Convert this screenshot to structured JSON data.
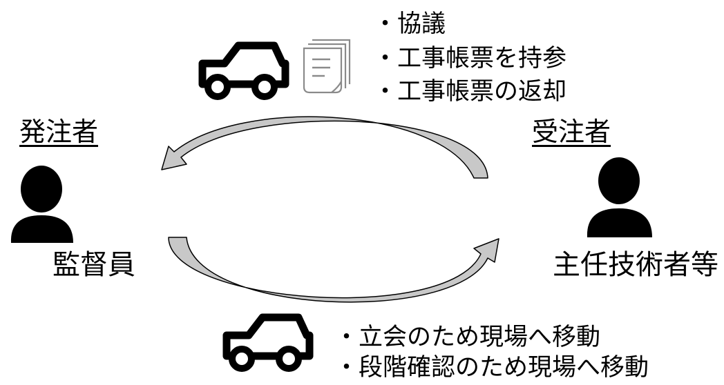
{
  "client": {
    "role_label": "発注者",
    "title": "監督員"
  },
  "contractor": {
    "role_label": "受注者",
    "title": "主任技術者等"
  },
  "top_actions": [
    "・協議",
    "・工事帳票を持参",
    "・工事帳票の返却"
  ],
  "bottom_actions": [
    "・立会のため現場へ移動",
    "・段階確認のため現場へ移動"
  ],
  "colors": {
    "arrow_fill": "#c8c8c8",
    "stroke": "#000000",
    "icon": "#000000",
    "document_icon": "#8a8a8a"
  },
  "icons": {
    "top_vehicle": "car-icon",
    "bottom_vehicle": "car-icon",
    "documents": "documents-icon",
    "client_person": "person-icon",
    "contractor_person": "person-icon",
    "top_arrow": "curved-arrow-left-icon",
    "bottom_arrow": "curved-arrow-right-icon"
  }
}
